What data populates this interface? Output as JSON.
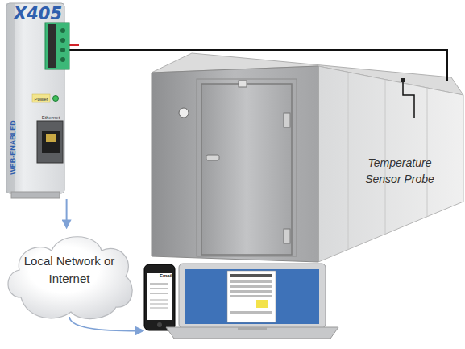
{
  "diagram": {
    "nodes": [
      {
        "text": [
          "X405",
          "Power",
          "WEB-ENABLED",
          "Ethernet"
        ]
      },
      {
        "text": [
          "Local Network or Internet"
        ]
      },
      {
        "text": [
          "Email"
        ]
      }
    ],
    "edges": [
      {
        "from": 0,
        "to": 1,
        "arrow": "to"
      },
      {
        "from": 1,
        "to": 2,
        "arrow": "to"
      }
    ],
    "labels": [
      "Temperature Sensor Probe"
    ]
  }
}
